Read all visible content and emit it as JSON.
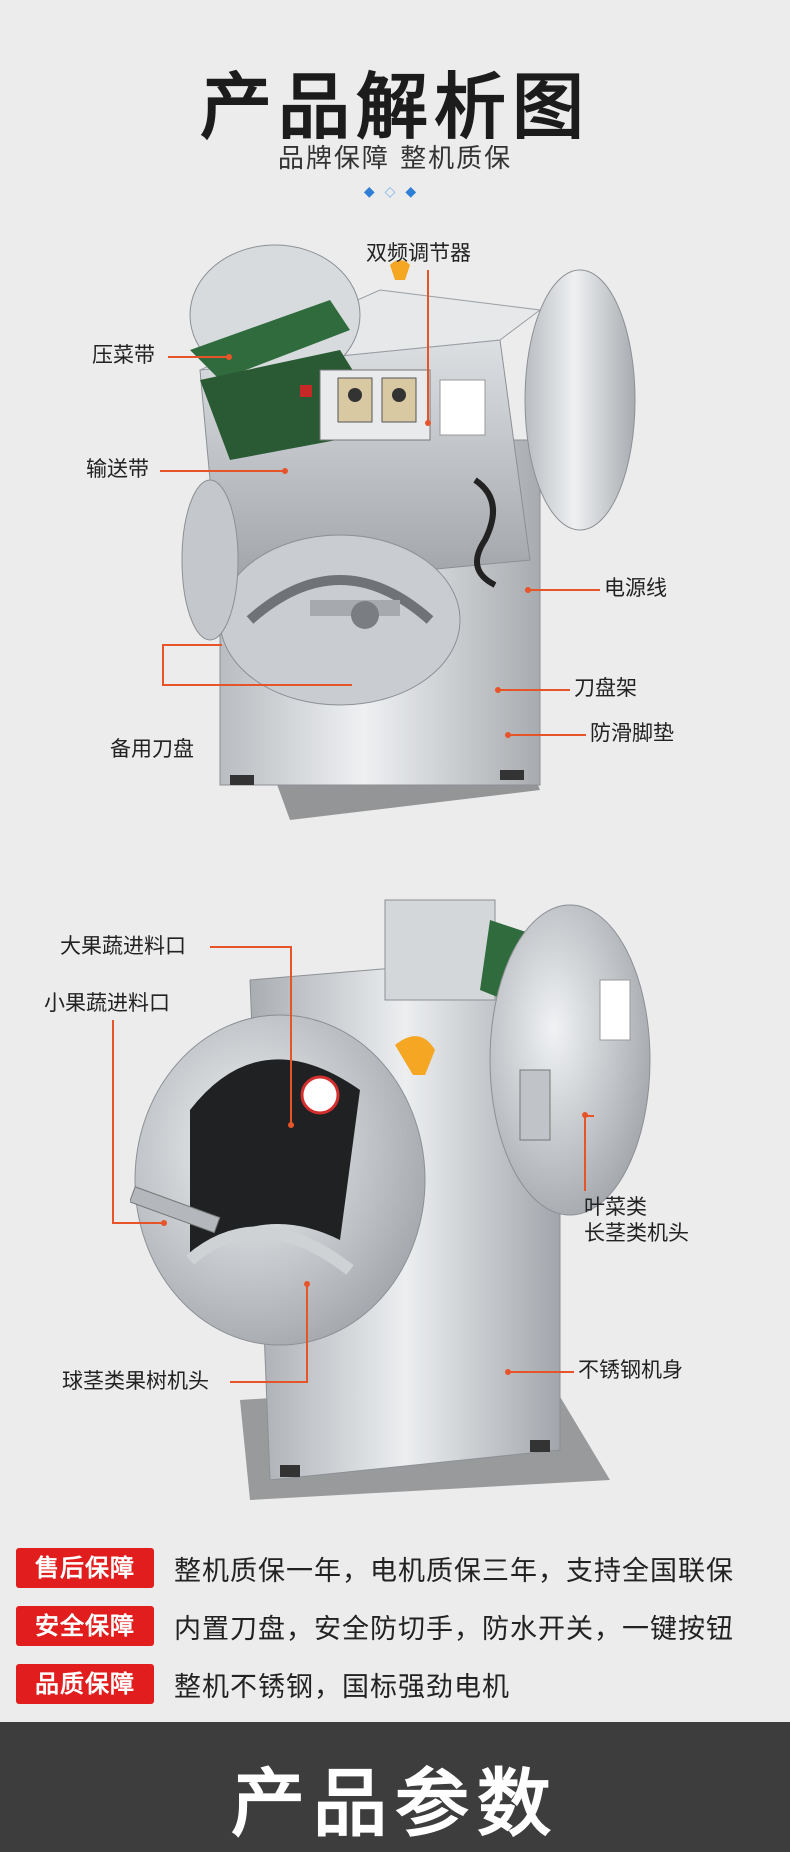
{
  "header": {
    "title": "产品解析图",
    "subtitle": "品牌保障 整机质保"
  },
  "diagram1": {
    "labels": {
      "dual_freq": "双频调节器",
      "press_belt": "压菜带",
      "conveyor": "输送带",
      "power_cord": "电源线",
      "blade_rack": "刀盘架",
      "spare_blade": "备用刀盘",
      "antislip_pad": "防滑脚垫"
    }
  },
  "diagram2": {
    "labels": {
      "large_inlet": "大果蔬进料口",
      "small_inlet": "小果蔬进料口",
      "leafy_head": "叶菜类\n长茎类机头",
      "bulb_head": "球茎类果树机头",
      "steel_body": "不锈钢机身"
    }
  },
  "guarantees": [
    {
      "badge": "售后保障",
      "text": "整机质保一年，电机质保三年，支持全国联保"
    },
    {
      "badge": "安全保障",
      "text": "内置刀盘，安全防切手，防水开关，一键按钮"
    },
    {
      "badge": "品质保障",
      "text": "整机不锈钢，国标强劲电机"
    }
  ],
  "footer": {
    "title": "产品参数"
  },
  "colors": {
    "accent": "#e11d1d",
    "leader": "#e8542a",
    "diamond": "#2f7fd6",
    "footer_bg": "#3d3d3d"
  }
}
